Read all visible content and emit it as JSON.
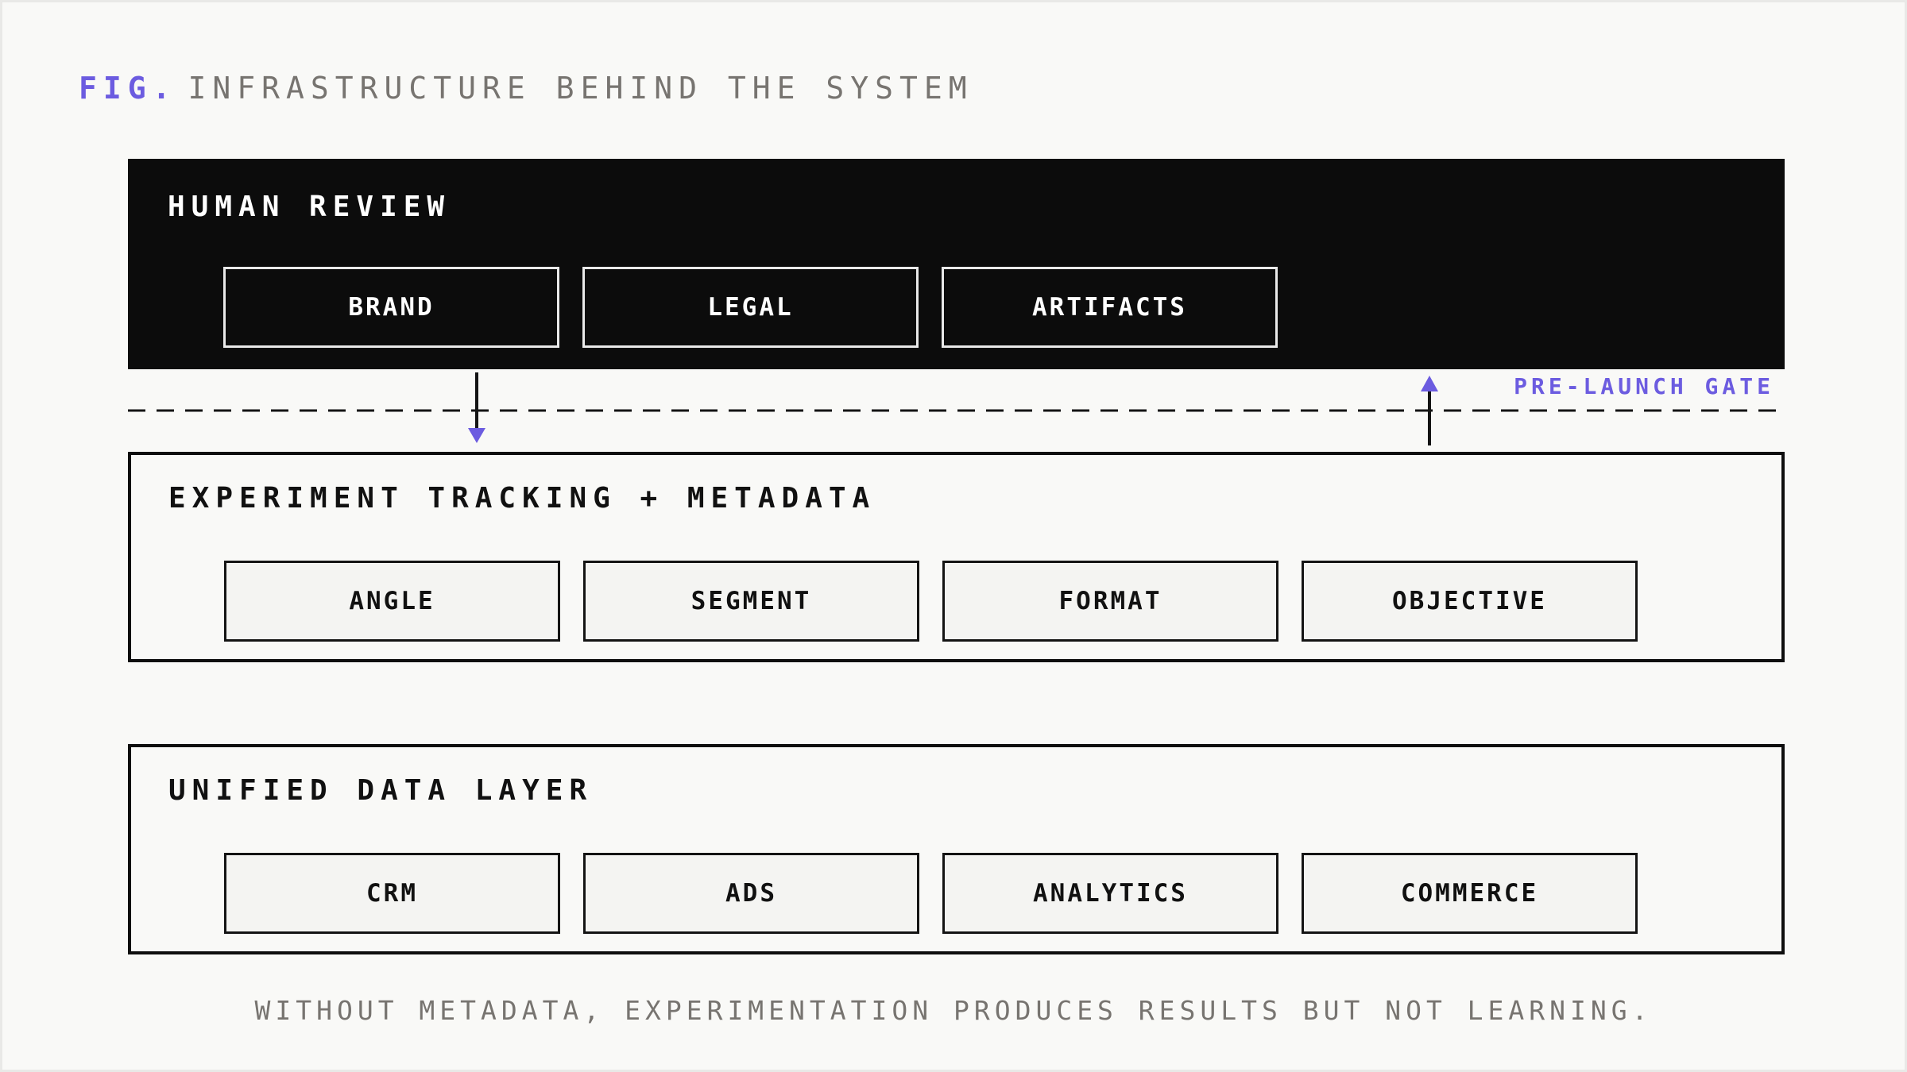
{
  "figure": {
    "prefix": "FIG.",
    "title": "INFRASTRUCTURE BEHIND THE SYSTEM"
  },
  "layers": {
    "human_review": {
      "title": "HUMAN REVIEW",
      "items": [
        "BRAND",
        "LEGAL",
        "ARTIFACTS"
      ]
    },
    "experiment_tracking": {
      "title": "EXPERIMENT TRACKING + METADATA",
      "items": [
        "ANGLE",
        "SEGMENT",
        "FORMAT",
        "OBJECTIVE"
      ]
    },
    "unified_data": {
      "title": "UNIFIED DATA LAYER",
      "items": [
        "CRM",
        "ADS",
        "ANALYTICS",
        "COMMERCE"
      ]
    }
  },
  "gate": {
    "label": "PRE-LAUNCH GATE"
  },
  "caption": "WITHOUT METADATA, EXPERIMENTATION PRODUCES RESULTS BUT NOT LEARNING.",
  "colors": {
    "accent": "#6c5ce0",
    "dark_panel": "#0c0c0c",
    "background": "#f9f9f7",
    "muted_text": "#777470"
  }
}
